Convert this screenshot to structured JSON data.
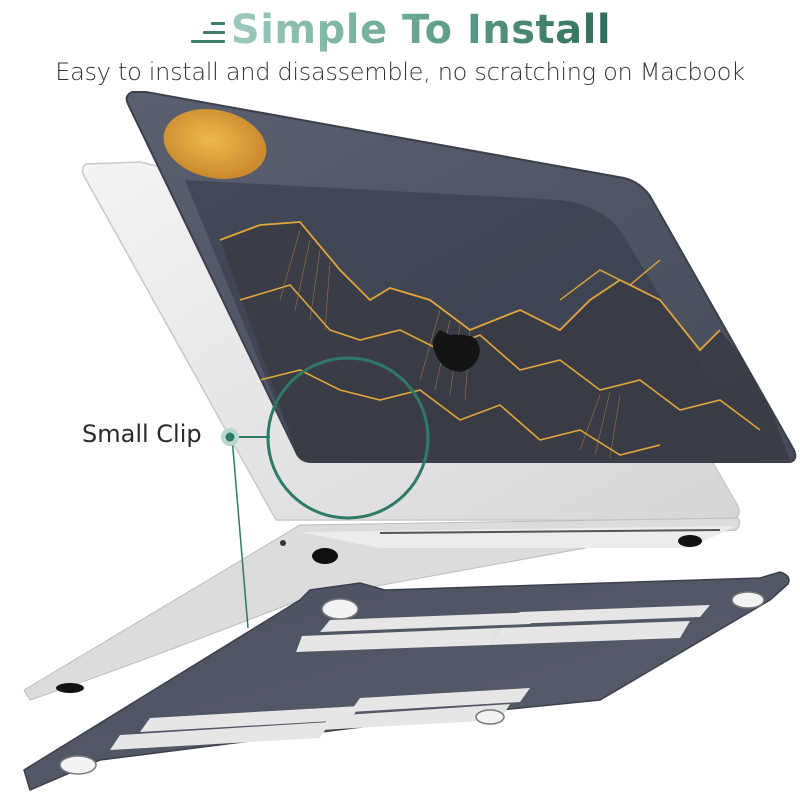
{
  "header": {
    "title": "Simple To Install",
    "subtitle": "Easy to install and disassemble, no scratching on Macbook",
    "title_gradient": [
      "#9cc9bd",
      "#6ea996",
      "#2f6e5c"
    ]
  },
  "callout": {
    "label": "Small Clip",
    "accent_color": "#2e7a66"
  },
  "illustration": {
    "subject": "MacBook hard shell case exploded view",
    "case_color": "#4f5564",
    "laptop_color": "#e8e8e8",
    "pattern": "gold line-art mountains with gold moon",
    "accent_gold": "#d9a441"
  }
}
